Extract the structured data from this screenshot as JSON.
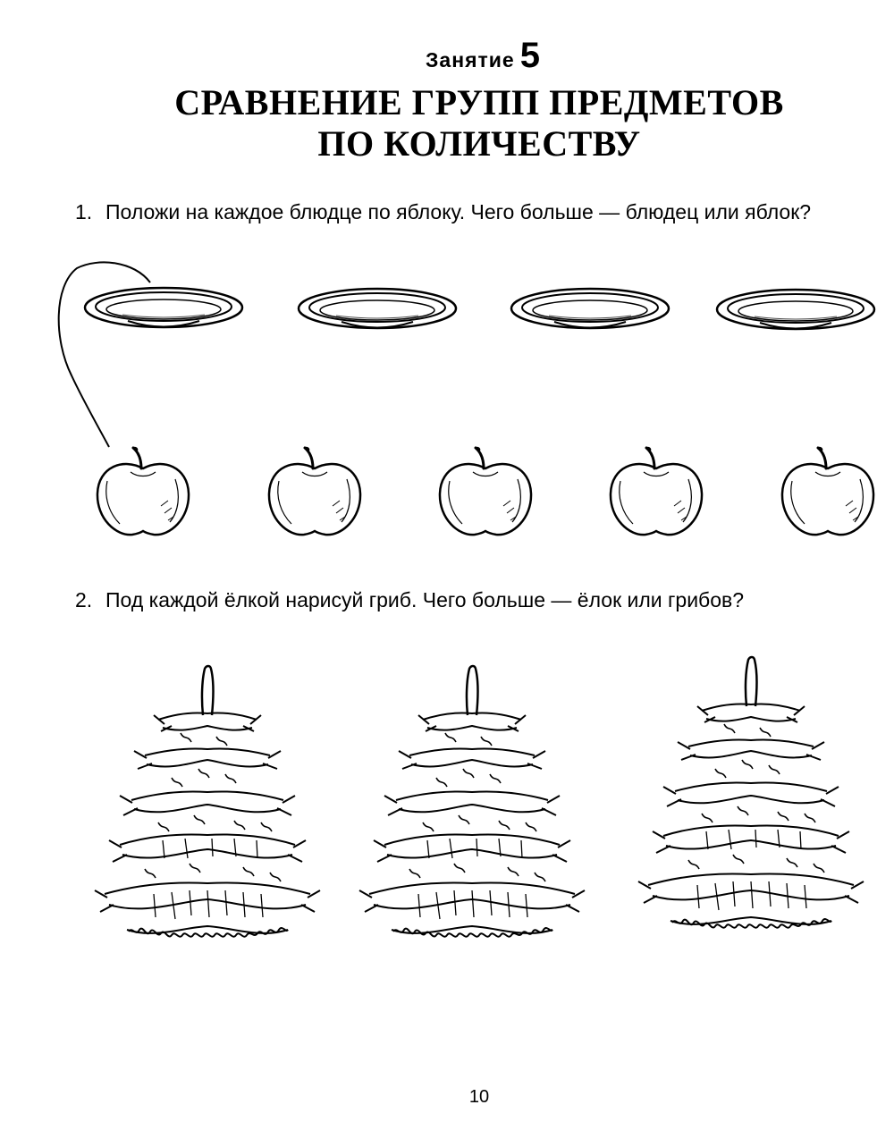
{
  "header": {
    "lesson_word": "Занятие",
    "lesson_number": "5",
    "title_line1": "СРАВНЕНИЕ ГРУПП ПРЕДМЕТОВ",
    "title_line2": "ПО КОЛИЧЕСТВУ"
  },
  "tasks": [
    {
      "number": "1.",
      "text": "Положи на каждое блюдце по яблоку. Чего больше — блюдец или яблок?",
      "item_groups": [
        {
          "item": "saucer",
          "count": 4
        },
        {
          "item": "apple",
          "count": 5
        }
      ]
    },
    {
      "number": "2.",
      "text": "Под каждой ёлкой нарисуй гриб. Чего больше — ёлок или грибов?",
      "item_groups": [
        {
          "item": "fir-tree",
          "count": 3
        }
      ]
    }
  ],
  "page_number": "10"
}
